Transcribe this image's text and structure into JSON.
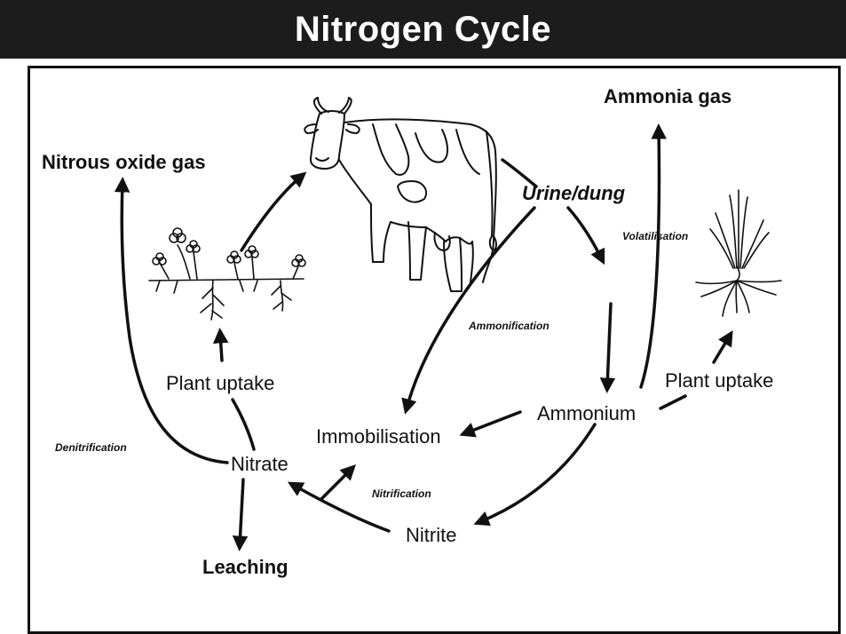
{
  "title": "Nitrogen Cycle",
  "labels": {
    "nitrous_oxide": "Nitrous oxide gas",
    "ammonia_gas": "Ammonia gas",
    "urine_dung": "Urine/dung",
    "volatilisation": "Volatilisation",
    "ammonification": "Ammonification",
    "plant_uptake_left": "Plant uptake",
    "plant_uptake_right": "Plant uptake",
    "ammonium": "Ammonium",
    "immobilisation": "Immobilisation",
    "denitrification": "Denitrification",
    "nitrate": "Nitrate",
    "nitrification": "Nitrification",
    "nitrite": "Nitrite",
    "leaching": "Leaching"
  },
  "colors": {
    "title_bar": "#1c1c1c",
    "title_text": "#ffffff",
    "ink": "#111111",
    "background": "#ffffff"
  }
}
